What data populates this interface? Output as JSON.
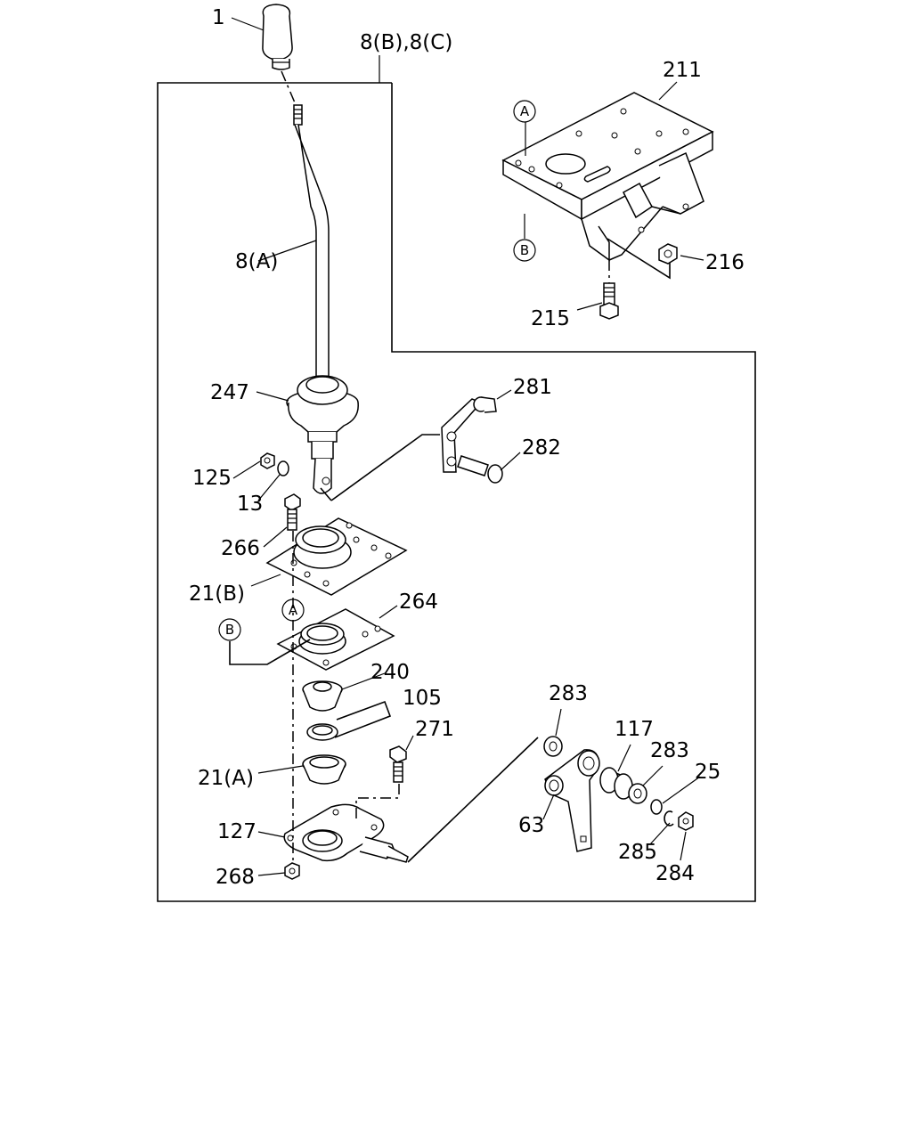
{
  "callouts": {
    "p1": "1",
    "p8bc": "8(B),8(C)",
    "p211": "211",
    "p8a": "8(A)",
    "p216": "216",
    "p215": "215",
    "p247": "247",
    "p281": "281",
    "p282": "282",
    "p125": "125",
    "p13": "13",
    "p266": "266",
    "p21b": "21(B)",
    "p264": "264",
    "p240": "240",
    "p105": "105",
    "p271": "271",
    "p21a": "21(A)",
    "p283a": "283",
    "p117": "117",
    "p283b": "283",
    "p25": "25",
    "p63": "63",
    "p127": "127",
    "p285": "285",
    "p284": "284",
    "p268": "268"
  },
  "refs": {
    "a": "A",
    "b": "B"
  }
}
